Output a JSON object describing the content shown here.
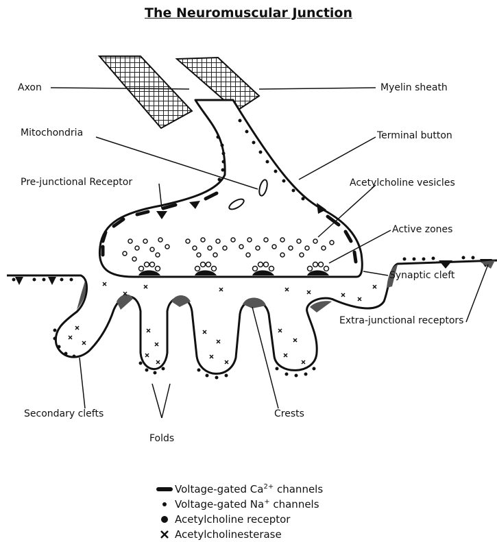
{
  "title": "The Neuromuscular Junction",
  "labels": {
    "axon": "Axon",
    "myelin_sheath": "Myelin sheath",
    "mitochondria": "Mitochondria",
    "terminal_button": "Terminal button",
    "pre_junctional_receptor": "Pre-junctional Receptor",
    "acetylcholine_vesicles": "Acetylcholine vesicles",
    "active_zones": "Active zones",
    "synaptic_cleft": "Synaptic cleft",
    "extra_junctional_receptors": "Extra-junctional receptors",
    "secondary_clefts": "Secondary clefts",
    "crests": "Crests",
    "folds": "Folds"
  },
  "legend": [
    {
      "icon": "dash-bar",
      "text": "Voltage-gated Ca",
      "sup": "2+",
      "suffix": " channels"
    },
    {
      "icon": "small-dot",
      "text": "Voltage-gated Na",
      "sup": "+",
      "suffix": " channels"
    },
    {
      "icon": "large-dot",
      "text": "Acetylcholine receptor",
      "sup": "",
      "suffix": ""
    },
    {
      "icon": "x-mark",
      "text": "Acetylcholinesterase",
      "sup": "",
      "suffix": ""
    }
  ]
}
